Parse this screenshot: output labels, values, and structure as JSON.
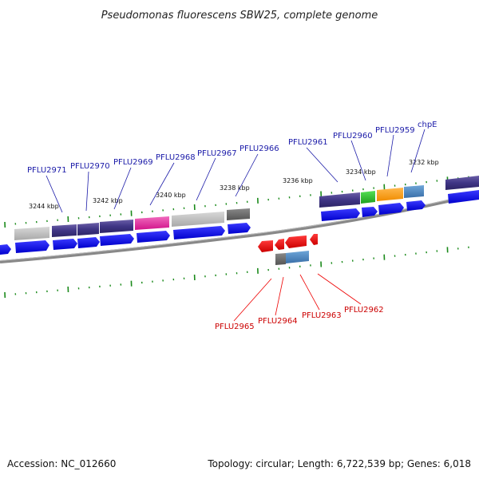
{
  "title": "Pseudomonas fluorescens SBW25, complete genome",
  "footer": {
    "accession": "Accession: NC_012660",
    "summary": "Topology: circular; Length: 6,722,539 bp; Genes: 6,018"
  },
  "ticks": [
    "3244 kbp",
    "3242 kbp",
    "3240 kbp",
    "3238 kbp",
    "3236 kbp",
    "3234 kbp",
    "3232 kbp"
  ],
  "labels_forward": [
    "PFLU2971",
    "PFLU2970",
    "PFLU2969",
    "PFLU2968",
    "PFLU2967",
    "PFLU2966",
    "PFLU2961",
    "PFLU2960",
    "PFLU2959",
    "chpE"
  ],
  "labels_reverse": [
    "PFLU2965",
    "PFLU2964",
    "PFLU2963",
    "PFLU2962"
  ],
  "colors": {
    "forward_cds": "#0000ee",
    "reverse_cds": "#ee0000",
    "line_top": "#1a1aa8",
    "line_bottom": "#ee0000",
    "tick_green": "#1a8a1a",
    "backbone": "#888888"
  }
}
